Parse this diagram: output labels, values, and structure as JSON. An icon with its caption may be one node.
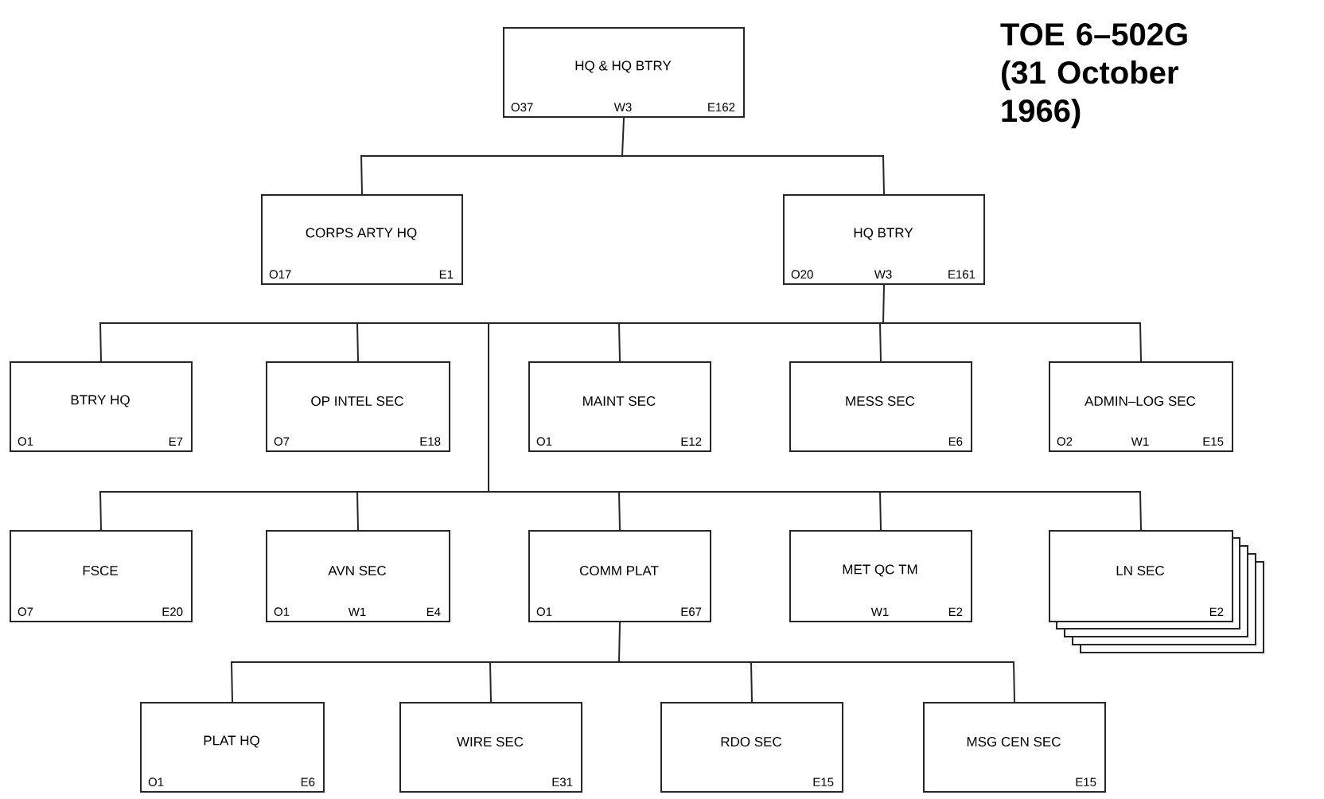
{
  "diagram": {
    "title": "TOE 6–502G (31 October 1966)",
    "nodes": [
      {
        "text": [
          "HQ & HQ BTRY",
          "O37",
          "W3",
          "E162"
        ]
      },
      {
        "text": [
          "CORPS ARTY HQ",
          "O17",
          "E1"
        ]
      },
      {
        "text": [
          "HQ BTRY",
          "O20",
          "W3",
          "E161"
        ]
      },
      {
        "text": [
          "BTRY HQ",
          "O1",
          "E7"
        ]
      },
      {
        "text": [
          "OP INTEL SEC",
          "O7",
          "E18"
        ]
      },
      {
        "text": [
          "MAINT SEC",
          "O1",
          "E12"
        ]
      },
      {
        "text": [
          "MESS SEC",
          "E6"
        ]
      },
      {
        "text": [
          "ADMIN–LOG SEC",
          "O2",
          "W1",
          "E15"
        ]
      },
      {
        "text": [
          "FSCE",
          "O7",
          "E20"
        ]
      },
      {
        "text": [
          "AVN SEC",
          "O1",
          "W1",
          "E4"
        ]
      },
      {
        "text": [
          "COMM PLAT",
          "O1",
          "E67"
        ]
      },
      {
        "text": [
          "MET QC TM",
          "W1",
          "E2"
        ]
      },
      {
        "text": [
          "LN SEC",
          "E2"
        ]
      },
      {
        "text": [
          "PLAT HQ",
          "O1",
          "E6"
        ]
      },
      {
        "text": [
          "WIRE SEC",
          "E31"
        ]
      },
      {
        "text": [
          "RDO SEC",
          "E15"
        ]
      },
      {
        "text": [
          "MSG CEN SEC",
          "E15"
        ]
      }
    ],
    "edges": [
      {
        "from": 0,
        "to": 1,
        "arrow": "none"
      },
      {
        "from": 0,
        "to": 2,
        "arrow": "none"
      },
      {
        "from": 2,
        "to": 3,
        "arrow": "none"
      },
      {
        "from": 2,
        "to": 4,
        "arrow": "none"
      },
      {
        "from": 2,
        "to": 5,
        "arrow": "none"
      },
      {
        "from": 2,
        "to": 6,
        "arrow": "none"
      },
      {
        "from": 2,
        "to": 7,
        "arrow": "none"
      },
      {
        "from": 2,
        "to": 8,
        "arrow": "none"
      },
      {
        "from": 2,
        "to": 9,
        "arrow": "none"
      },
      {
        "from": 2,
        "to": 10,
        "arrow": "none"
      },
      {
        "from": 2,
        "to": 11,
        "arrow": "none"
      },
      {
        "from": 2,
        "to": 12,
        "arrow": "none"
      },
      {
        "from": 10,
        "to": 13,
        "arrow": "none"
      },
      {
        "from": 10,
        "to": 14,
        "arrow": "none"
      },
      {
        "from": 10,
        "to": 15,
        "arrow": "none"
      },
      {
        "from": 10,
        "to": 16,
        "arrow": "none"
      }
    ]
  }
}
